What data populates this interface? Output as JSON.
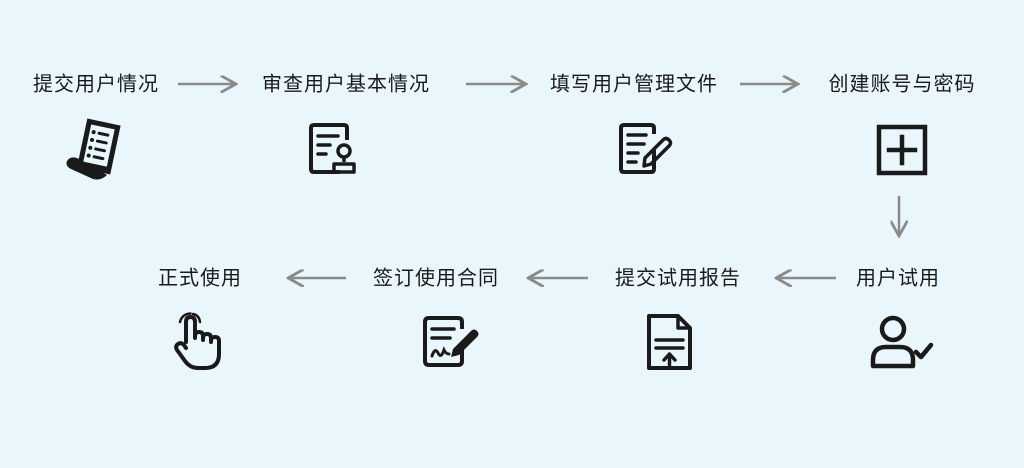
{
  "steps": [
    {
      "label": "提交用户情况",
      "icon": "document-list-icon"
    },
    {
      "label": "审查用户基本情况",
      "icon": "document-stamp-icon"
    },
    {
      "label": "填写用户管理文件",
      "icon": "document-edit-icon"
    },
    {
      "label": "创建账号与密码",
      "icon": "plus-square-icon"
    },
    {
      "label": "用户试用",
      "icon": "user-check-icon"
    },
    {
      "label": "提交试用报告",
      "icon": "document-upload-icon"
    },
    {
      "label": "签订使用合同",
      "icon": "contract-sign-icon"
    },
    {
      "label": "正式使用",
      "icon": "hand-pointer-icon"
    }
  ],
  "colors": {
    "background": "#e9f6fc",
    "text": "#1a1a1a",
    "arrow": "#8a8a8a",
    "icon": "#1a1a1a"
  }
}
